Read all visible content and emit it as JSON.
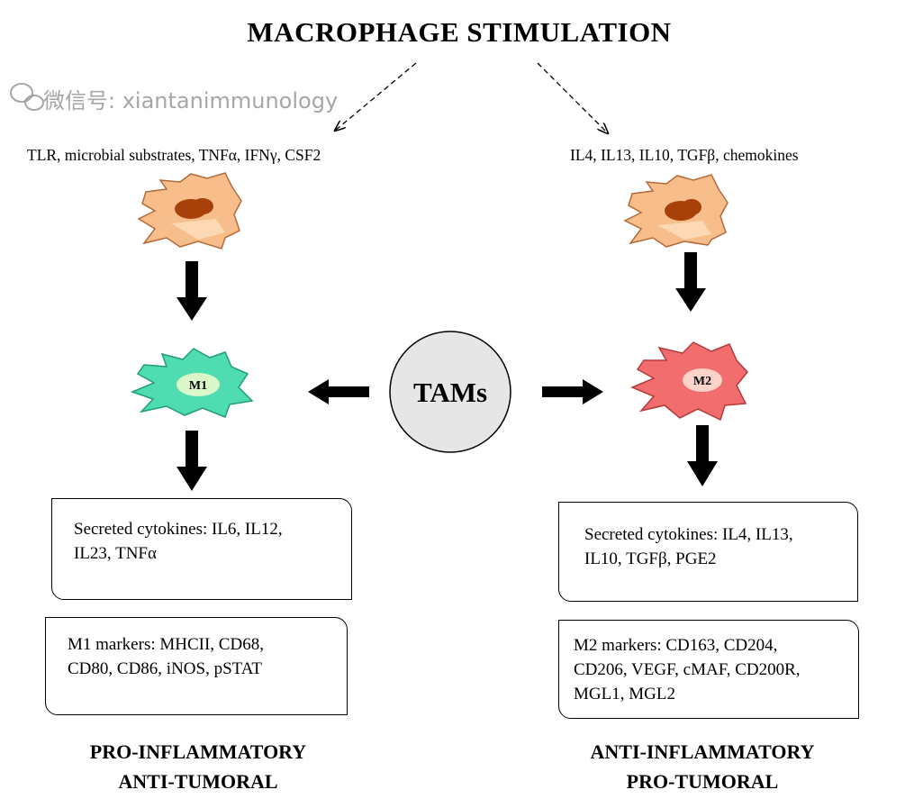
{
  "title": "MACROPHAGE STIMULATION",
  "m1_stimuli": "TLR, microbial  substrates, TNFα, IFNγ, CSF2",
  "m2_stimuli": "IL4, IL13, IL10, TGFβ,  chemokines",
  "center_label": "TAMs",
  "m1": {
    "cell_label": "M1",
    "cytokines": [
      "Secreted cytokines: IL6, IL12,",
      "IL23, TNFα"
    ],
    "markers": [
      "M1 markers: MHCII, CD68,",
      "CD80, CD86, iNOS, pSTAT"
    ],
    "phenotype": [
      "PRO-INFLAMMATORY",
      "ANTI-TUMORAL"
    ]
  },
  "m2": {
    "cell_label": "M2",
    "cytokines": [
      "Secreted cytokines: IL4, IL13,",
      "IL10,  TGFβ, PGE2"
    ],
    "markers": [
      "M2 markers: CD163, CD204,",
      "CD206, VEGF, cMAF, CD200R,",
      "MGL1, MGL2"
    ],
    "phenotype": [
      "ANTI-INFLAMMATORY",
      "PRO-TUMORAL"
    ]
  },
  "watermark": "微信号: xiantanimmunology",
  "colors": {
    "naive_cell": "#f7bd8a",
    "nucleus": "#a8400a",
    "m1_cell": "#4fdcb0",
    "m2_cell": "#f26d6d",
    "tams_circle": "#e6e6e6"
  }
}
